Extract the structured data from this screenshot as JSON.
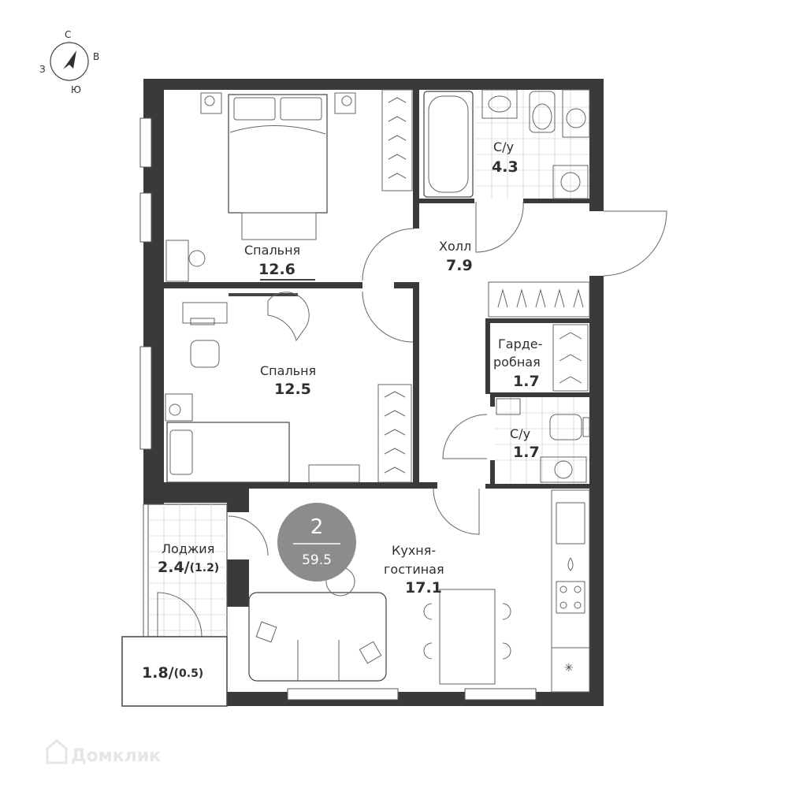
{
  "compass": {
    "north": "С",
    "east": "В",
    "south": "Ю",
    "west": "З"
  },
  "rooms": {
    "bedroom1": {
      "label": "Спальня",
      "area": "12.6"
    },
    "bedroom2": {
      "label": "Спальня",
      "area": "12.5"
    },
    "bathroom": {
      "label": "С/у",
      "area": "4.3"
    },
    "hall": {
      "label": "Холл",
      "area": "7.9"
    },
    "wardrobe": {
      "label_line1": "Гарде-",
      "label_line2": "робная",
      "area": "1.7"
    },
    "wc": {
      "label": "С/у",
      "area": "1.7"
    },
    "kitchen": {
      "label_line1": "Кухня-",
      "label_line2": "гостиная",
      "area": "17.1"
    },
    "loggia": {
      "label": "Лоджия",
      "area": "2.4/",
      "area_reduced": "(1.2)"
    },
    "balcony": {
      "area": "1.8/",
      "area_reduced": "(0.5)"
    }
  },
  "badge": {
    "rooms": "2",
    "total_area": "59.5",
    "color": "#8c8c8c"
  },
  "watermark": {
    "text": "Домклик"
  },
  "colors": {
    "wall": "#3a3a3a",
    "line": "#444444"
  }
}
